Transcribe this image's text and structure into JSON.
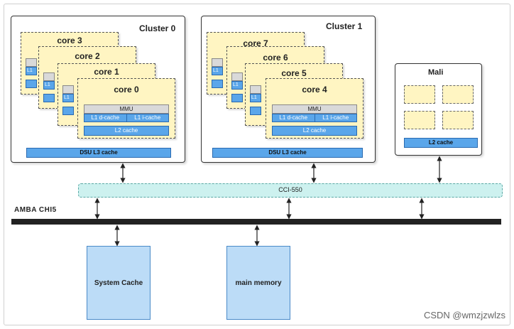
{
  "clusters": [
    {
      "title": "Cluster 0",
      "dsu": "DSU L3 cache",
      "back_cores": [
        "core 3",
        "core 2",
        "core 1"
      ],
      "front_core": {
        "label": "core 0",
        "mmu": "MMU",
        "l1d": "L1 d-cache",
        "l1i": "L1 i-cache",
        "l2": "L2 cache"
      }
    },
    {
      "title": "Cluster 1",
      "dsu": "DSU L3 cache",
      "back_cores": [
        "core 7",
        "core 6",
        "core 5"
      ],
      "front_core": {
        "label": "core 4",
        "mmu": "MMU",
        "l1d": "L1 d-cache",
        "l1i": "L1 i-cache",
        "l2": "L2 cache"
      }
    }
  ],
  "stub_label": "L1",
  "gpu": {
    "title": "Mali",
    "l2": "L2 cache"
  },
  "interconnect": "CCI-550",
  "bus": "AMBA  CHI5",
  "memory": [
    "System Cache",
    "main memory"
  ],
  "watermark": "CSDN @wmzjzwlzs",
  "colors": {
    "core_fill": "#fff5c2",
    "cache_fill": "#5aa6ea",
    "mmu_fill": "#d9d9d9",
    "cci_fill": "#cdf1ef",
    "memory_fill": "#bcdcf7"
  }
}
